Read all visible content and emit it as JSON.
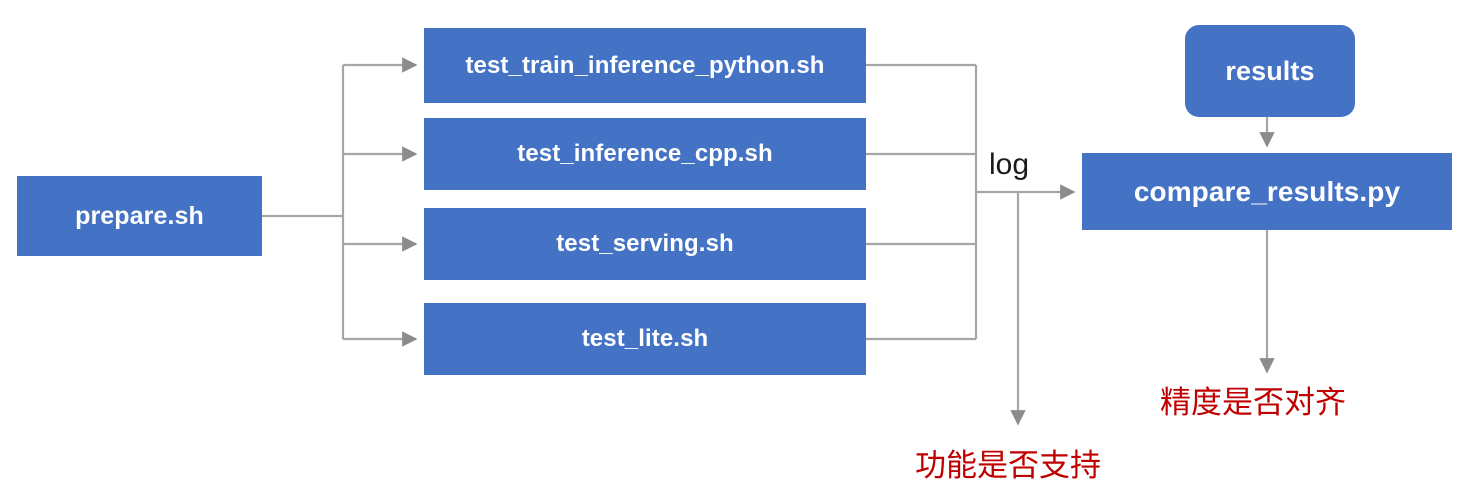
{
  "diagram": {
    "title": "paddle test tipc pipeline",
    "colors": {
      "node_fill": "#4472C4",
      "node_text": "#FFFFFF",
      "connector": "#A6A6A6",
      "annotation_red": "#C00000",
      "label_text": "#1A1A1A",
      "background": "#FFFFFF"
    },
    "nodes": {
      "prepare": {
        "label": "prepare.sh",
        "shape": "rect"
      },
      "test_train_inference_python": {
        "label": "test_train_inference_python.sh",
        "shape": "rect"
      },
      "test_inference_cpp": {
        "label": "test_inference_cpp.sh",
        "shape": "rect"
      },
      "test_serving": {
        "label": "test_serving.sh",
        "shape": "rect"
      },
      "test_lite": {
        "label": "test_lite.sh",
        "shape": "rect"
      },
      "results": {
        "label": "results",
        "shape": "rounded-rect"
      },
      "compare_results": {
        "label": "compare_results.py",
        "shape": "rect"
      }
    },
    "edge_labels": {
      "log": "log"
    },
    "annotations": {
      "feature_supported": "功能是否支持",
      "precision_aligned": "精度是否对齐"
    },
    "edges": [
      {
        "from": "prepare",
        "to": "test_train_inference_python",
        "label": ""
      },
      {
        "from": "prepare",
        "to": "test_inference_cpp",
        "label": ""
      },
      {
        "from": "prepare",
        "to": "test_serving",
        "label": ""
      },
      {
        "from": "prepare",
        "to": "test_lite",
        "label": ""
      },
      {
        "from": "test_train_inference_python",
        "to": "compare_results",
        "label": "log"
      },
      {
        "from": "test_inference_cpp",
        "to": "compare_results",
        "label": "log"
      },
      {
        "from": "test_serving",
        "to": "compare_results",
        "label": "log"
      },
      {
        "from": "test_lite",
        "to": "compare_results",
        "label": "log"
      },
      {
        "from": "log-bus",
        "to": "feature_supported",
        "label": ""
      },
      {
        "from": "results",
        "to": "compare_results",
        "label": ""
      },
      {
        "from": "compare_results",
        "to": "precision_aligned",
        "label": ""
      }
    ]
  }
}
